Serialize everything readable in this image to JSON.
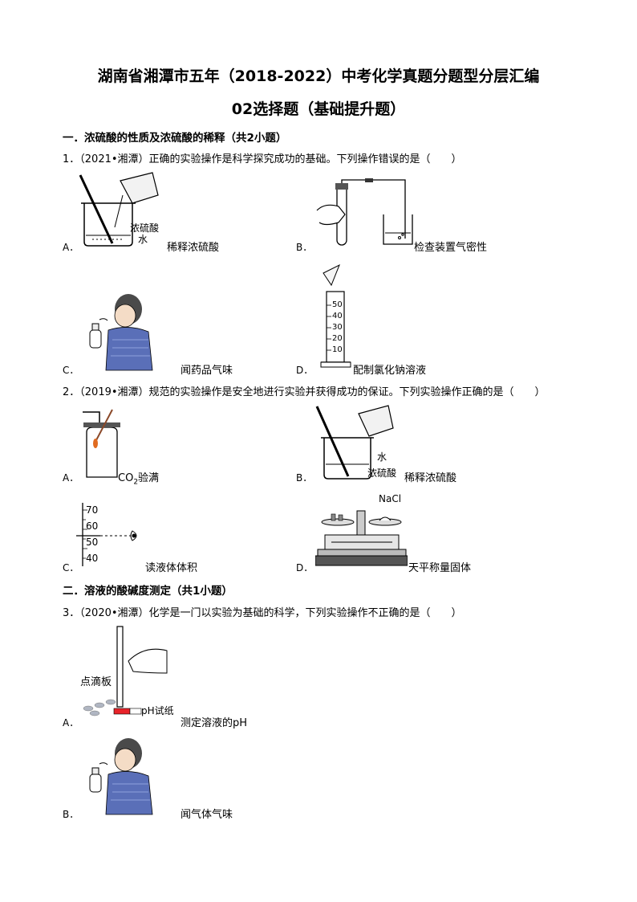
{
  "header": {
    "title_line1": "湖南省湘潭市五年（2018-2022）中考化学真题分题型分层汇编",
    "title_line2": "02选择题（基础提升题）"
  },
  "sections": [
    {
      "heading": "一．浓硫酸的性质及浓硫酸的稀释（共2小题）"
    },
    {
      "heading": "二．溶液的酸碱度测定（共1小题）"
    }
  ],
  "questions": [
    {
      "stem": "1．（2021•湘潭）正确的实验操作是科学探究成功的基础。下列操作错误的是（　　）",
      "options": [
        {
          "letter": "A．",
          "caption": "稀释浓硫酸",
          "labels": [
            "浓硫酸",
            "水"
          ]
        },
        {
          "letter": "B．",
          "caption": "检查装置气密性"
        },
        {
          "letter": "C．",
          "caption": "闻药品气味"
        },
        {
          "letter": "D．",
          "caption": "配制氯化钠溶液",
          "ticks": [
            "50",
            "40",
            "30",
            "20",
            "10"
          ]
        }
      ]
    },
    {
      "stem": "2．（2019•湘潭）规范的实验操作是安全地进行实验并获得成功的保证。下列实验操作正确的是（　　）",
      "options": [
        {
          "letter": "A．",
          "caption_main": "CO",
          "caption_sub": "2",
          "caption_rest": "验满"
        },
        {
          "letter": "B．",
          "caption": "稀释浓硫酸",
          "labels": [
            "水",
            "浓硫酸"
          ]
        },
        {
          "letter": "C．",
          "caption": "读液体体积",
          "ticks": [
            "70",
            "60",
            "50",
            "40"
          ]
        },
        {
          "letter": "D．",
          "caption": "天平称量固体",
          "labels": [
            "NaCl"
          ]
        }
      ]
    },
    {
      "stem": "3．（2020•湘潭）化学是一门以实验为基础的科学，下列实验操作不正确的是（　　）",
      "options": [
        {
          "letter": "A．",
          "caption": "测定溶液的pH",
          "labels": [
            "点滴板",
            "pH试纸"
          ]
        },
        {
          "letter": "B．",
          "caption": "闻气体气味"
        }
      ]
    }
  ]
}
